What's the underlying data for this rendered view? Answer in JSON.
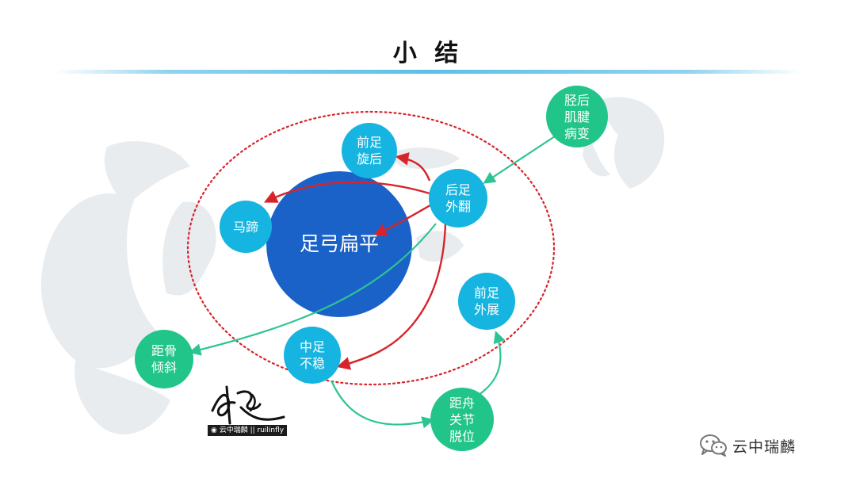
{
  "slide": {
    "title": "小 结"
  },
  "nodes": {
    "main": "足弓扁平",
    "forefoot_supination": "前足\n旋后",
    "hoof": "马蹄",
    "hindfoot_valgus": "后足\n外翻",
    "tibialis_posterior": "胫后\n肌腱\n病变",
    "forefoot_abduction": "前足\n外展",
    "midfoot_instability": "中足\n不稳",
    "talus_tilt": "距骨\n倾斜",
    "talonavicular_dislocation": "距舟\n关节\n脱位"
  },
  "edges": [
    {
      "from": "tibialis_posterior",
      "to": "hindfoot_valgus",
      "color": "#2cc493"
    },
    {
      "from": "hindfoot_valgus",
      "to": "talus_tilt",
      "color": "#2cc493"
    },
    {
      "from": "midfoot_instability",
      "to": "talonavicular_dislocation",
      "color": "#2cc493"
    },
    {
      "from": "talonavicular_dislocation",
      "to": "forefoot_abduction",
      "color": "#2cc493"
    },
    {
      "from": "hindfoot_valgus",
      "to": "forefoot_supination",
      "color": "#d7242a"
    },
    {
      "from": "hindfoot_valgus",
      "to": "hoof",
      "color": "#d7242a"
    },
    {
      "from": "hindfoot_valgus",
      "to": "main",
      "color": "#d7242a"
    },
    {
      "from": "hindfoot_valgus",
      "to": "midfoot_instability",
      "color": "#d7242a"
    }
  ],
  "colors": {
    "main_circle": "#1b62c8",
    "blue_node": "#16b4e0",
    "green_node": "#21c489",
    "dotted_ellipse": "#d7242a"
  },
  "signature": {
    "caption": "云中瑞麟 || ruilinfly"
  },
  "brand": {
    "name": "云中瑞麟",
    "icon": "wechat-icon"
  }
}
